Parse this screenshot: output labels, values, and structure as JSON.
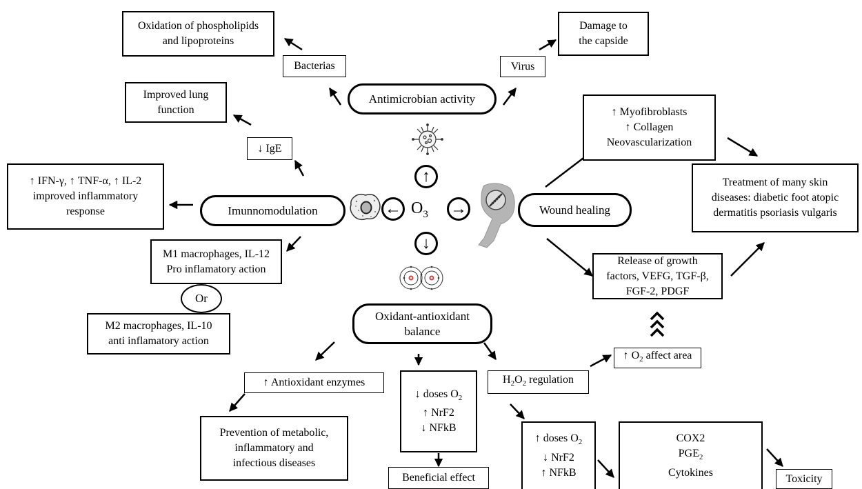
{
  "center": {
    "o3_base": "O",
    "o3_sub": "3"
  },
  "nodes": {
    "antimicrobial": "Antimicrobian activity",
    "immunomodulation": "Imunnomodulation",
    "wound_healing": "Wound healing",
    "oxidant_balance_1": "Oxidant-antioxidant",
    "oxidant_balance_2": "balance"
  },
  "boxes": {
    "phospholipids_1": "Oxidation of phospholipids",
    "phospholipids_2": "and lipoproteins",
    "bacterias": "Bacterias",
    "virus": "Virus",
    "capside_1": "Damage to",
    "capside_2": "the capside",
    "lung_1": "Improved lung",
    "lung_2": "function",
    "ige": "↓ IgE",
    "ifn_1": "↑ IFN-γ, ↑ TNF-α, ↑ IL-2",
    "ifn_2": "improved inflammatory",
    "ifn_3": "response",
    "m1_1": "M1 macrophages, IL-12",
    "m1_2": "Pro inflamatory action",
    "or": "Or",
    "m2_1": "M2 macrophages, IL-10",
    "m2_2": "anti inflamatory action",
    "myo_1": "↑ Myofibroblasts",
    "myo_2": "↑ Collagen",
    "myo_3": "Neovascularization",
    "skin_1": "Treatment of many skin",
    "skin_2": "diseases: diabetic foot atopic",
    "skin_3": "dermatitis psoriasis vulgaris",
    "growth_1": "Release of growth",
    "growth_2": "factors, VEFG, TGF-β,",
    "growth_3": "FGF-2, PDGF",
    "o2_area_pre": "↑ O",
    "o2_area_sub": "2",
    "o2_area_post": " affect area",
    "antiox": "↑ Antioxidant enzymes",
    "prevention_1": "Prevention of metabolic,",
    "prevention_2": "inflammatory and",
    "prevention_3": "infectious diseases",
    "low_dose_pre": "↓ doses O",
    "low_dose_sub": "2",
    "low_nrf2": "↑ NrF2",
    "low_nfkb": "↓ NFkB",
    "beneficial": "Beneficial effect",
    "h2o2_a": "H",
    "h2o2_s1": "2",
    "h2o2_b": "O",
    "h2o2_s2": "2",
    "h2o2_c": " regulation",
    "high_dose_pre": "↑ doses O",
    "high_dose_sub": "2",
    "high_nrf2": "↓ NrF2",
    "high_nfkb": "↑ NFkB",
    "cox2": "COX2",
    "pge_base": "PGE",
    "pge_sub": "2",
    "cytokines": "Cytokines",
    "toxicity": "Toxicity"
  },
  "center_arrows": {
    "up": "↑",
    "down": "↓",
    "left": "←",
    "right": "→"
  },
  "icons": [
    "microbe-icon",
    "macrophage-icon",
    "wound-arm-icon",
    "atom-pair-icon",
    "chevron-up-icon"
  ],
  "colors": {
    "line": "#000000",
    "background": "#ffffff",
    "icon_gray": "#b5b5b5"
  }
}
